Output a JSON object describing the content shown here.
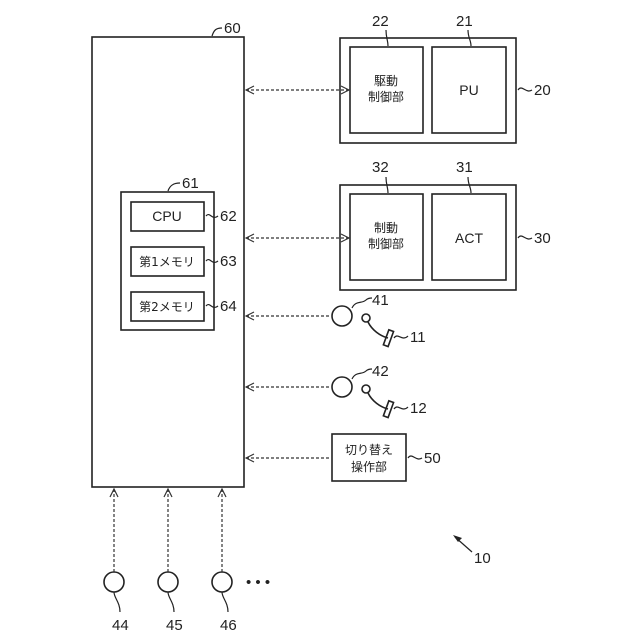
{
  "diagram": {
    "title": "",
    "system_ref": "10",
    "controller": {
      "ref": "60",
      "processor_unit": {
        "ref": "61",
        "cpu": {
          "label": "CPU",
          "ref": "62"
        },
        "memory1": {
          "label": "第1メモリ",
          "ref": "63"
        },
        "memory2": {
          "label": "第2メモリ",
          "ref": "64"
        }
      }
    },
    "drive_unit": {
      "ref": "20",
      "controller": {
        "label_line1": "駆動",
        "label_line2": "制御部",
        "ref": "22"
      },
      "power_unit": {
        "label": "PU",
        "ref": "21"
      }
    },
    "brake_unit": {
      "ref": "30",
      "controller": {
        "label_line1": "制動",
        "label_line2": "制御部",
        "ref": "32"
      },
      "actuator": {
        "label": "ACT",
        "ref": "31"
      }
    },
    "pedal_sensors": [
      {
        "sensor_ref": "41",
        "pedal_ref": "11"
      },
      {
        "sensor_ref": "42",
        "pedal_ref": "12"
      }
    ],
    "switch_unit": {
      "label_line1": "切り替え",
      "label_line2": "操作部",
      "ref": "50"
    },
    "bottom_sensors": [
      {
        "ref": "44"
      },
      {
        "ref": "45"
      },
      {
        "ref": "46"
      }
    ],
    "ellipsis": "• • •"
  }
}
